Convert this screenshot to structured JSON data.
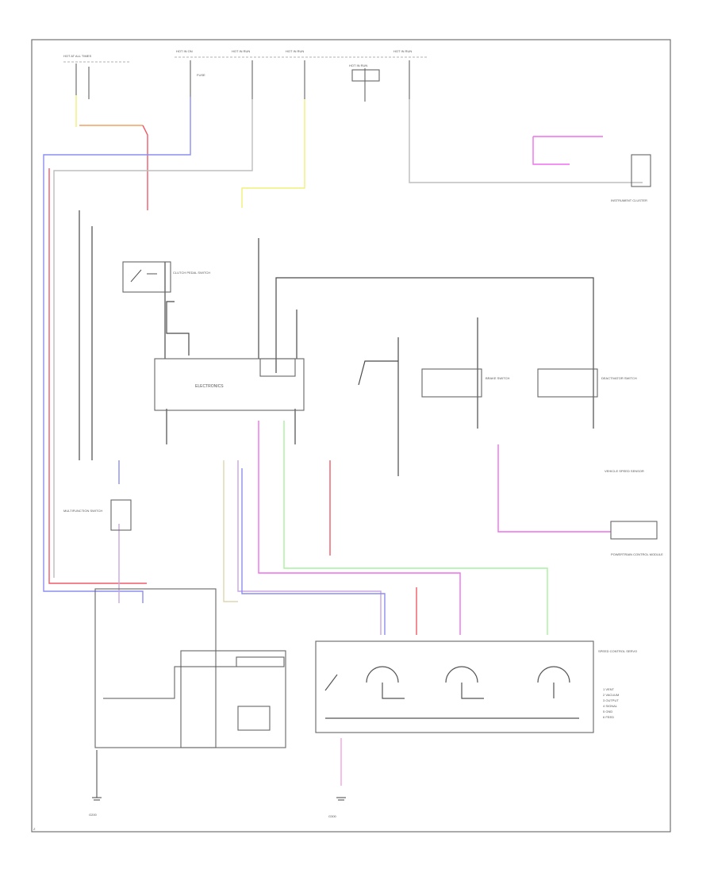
{
  "diagram": {
    "title_small": "Z",
    "labels": {
      "electronics": "ELECTRONICS",
      "fuse_top_1": "HOT AT ALL TIMES",
      "fuse_top_2": "HOT IN ON",
      "fuse_top_3": "HOT IN RUN",
      "fuse_top_4": "HOT IN RUN",
      "fuse_top_5": "HOT IN RUN",
      "fuse_top_6": "HOT IN RUN",
      "fuse_panel": "FUSE",
      "clutch_pedal_switch": "CLUTCH PEDAL SWITCH",
      "brake_switch": "BRAKE SWITCH",
      "deactivator": "DEACTIVATOR SWITCH",
      "multifunction": "MULTIFUNCTION SWITCH",
      "instrument_cluster": "INSTRUMENT CLUSTER",
      "servo": "SPEED CONTROL SERVO",
      "vss": "VEHICLE SPEED SENSOR",
      "pcm": "POWERTRAIN CONTROL MODULE",
      "ground_left": "G200",
      "ground_right": "G300",
      "servo_legend_1": "1 VENT",
      "servo_legend_2": "2 VACUUM",
      "servo_legend_3": "3 OUTPUT",
      "servo_legend_4": "4 SIGNAL",
      "servo_legend_5": "5 GND",
      "servo_legend_6": "6 FEED"
    }
  },
  "colors": {
    "yellow": "#f0f07a",
    "orange": "#f2a061",
    "red": "#ef5a6a",
    "blue": "#8b8df0",
    "magenta": "#f06ff0",
    "pink": "#f4a3e0",
    "green": "#a8f0a0",
    "tan": "#ddd6b0",
    "lavender": "#c9a6e0"
  }
}
